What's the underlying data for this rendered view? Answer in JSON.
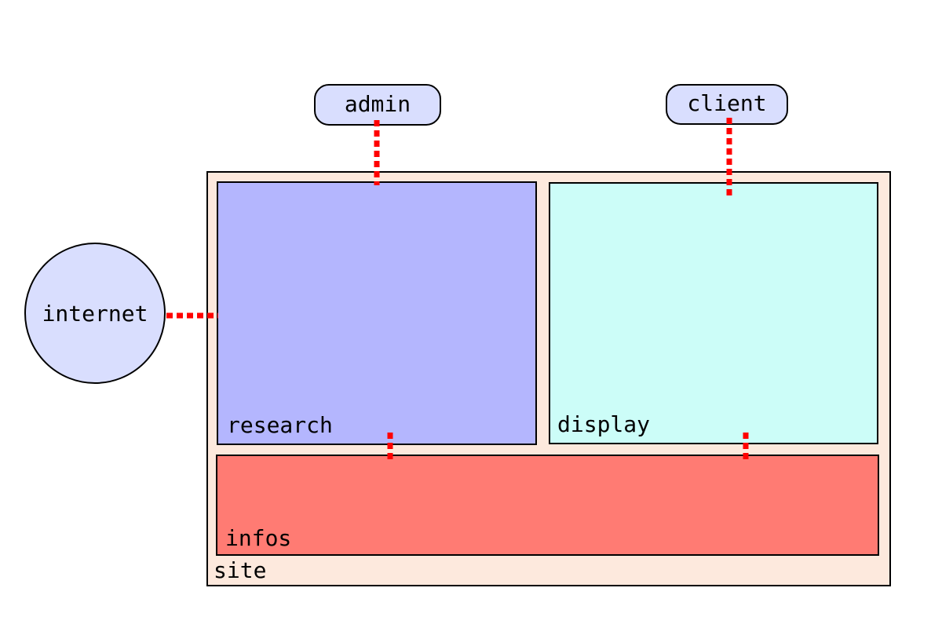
{
  "nodes": {
    "admin": "admin",
    "client": "client",
    "internet": "internet",
    "site": "site",
    "research": "research",
    "display": "display",
    "infos": "infos"
  },
  "colors": {
    "site_fill": "#fde9dd",
    "research_fill": "#b4b6fe",
    "display_fill": "#ccfdf8",
    "infos_fill": "#ff7b73",
    "external_fill": "#d9defe",
    "connector": "#ff0000",
    "border": "#000000"
  }
}
